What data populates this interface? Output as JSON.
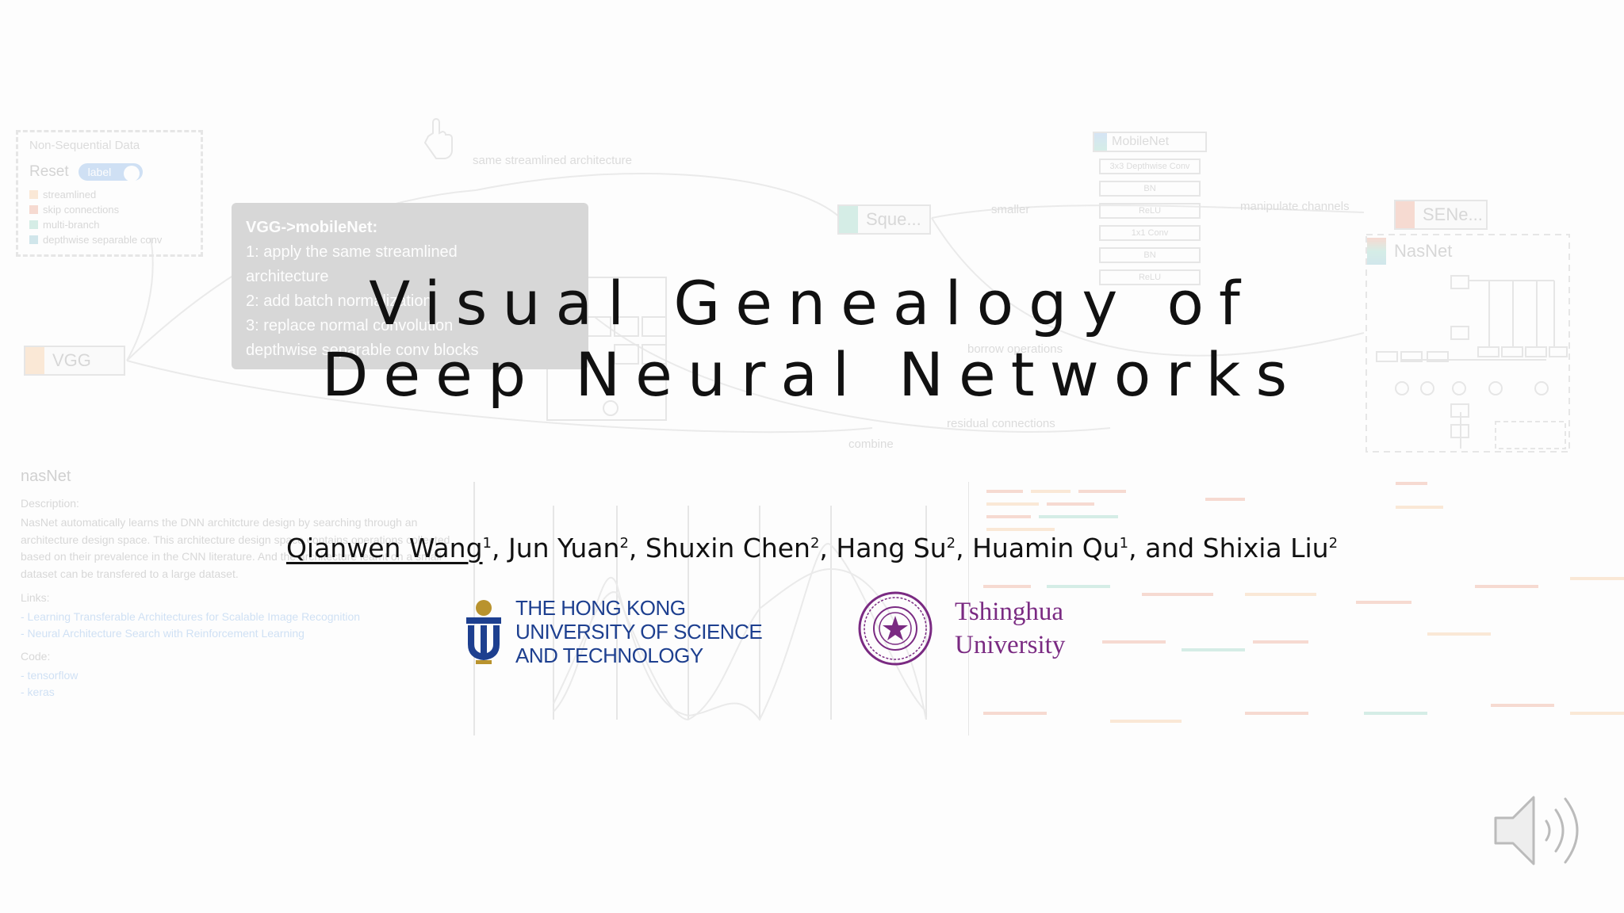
{
  "background": {
    "legend": {
      "select": "Non-Sequential Data",
      "reset": "Reset",
      "toggle": "label",
      "items": [
        {
          "label": "streamlined",
          "color": "#f0a050"
        },
        {
          "label": "skip connections",
          "color": "#e0603a"
        },
        {
          "label": "multi-branch",
          "color": "#4ab89a"
        },
        {
          "label": "depthwise separable conv",
          "color": "#3a9ab0"
        }
      ]
    },
    "nodes": {
      "vgg": "VGG",
      "squeeze": "Sque...",
      "senet": "SENe...",
      "nasnet": "NasNet",
      "mobilenet": "MobileNet"
    },
    "tooltip": {
      "title": "VGG->mobileNet:",
      "line1": "1: apply the same streamlined",
      "line2": "architecture",
      "line3": "2: add batch normalization",
      "line4": "3: replace normal convolution",
      "line5": "depthwise separable conv blocks"
    },
    "edges": {
      "same_streamlined": "same streamlined architecture",
      "smaller": "smaller",
      "manipulate_channels": "manipulate channels",
      "borrow_operations": "borrow operations",
      "residual_connections": "residual connections",
      "combine": "combine"
    },
    "mobilenet_blocks": [
      "3x3 Depthwise Conv",
      "BN",
      "ReLU",
      "1x1 Conv",
      "BN",
      "ReLU"
    ],
    "info": {
      "title": "nasNet",
      "description_label": "Description:",
      "description": "NasNet automatically learns the DNN architcture design by searching through an architecture design space. This architecture design space contains operations collected based on their prevalence in the CNN literature. And the architecture learnt on a small dataset can be transfered to a large dataset.",
      "links_label": "Links:",
      "links": [
        "- Learning Transferable Architectures for Scalable Image Recognition",
        "- Neural Architecture Search with Reinforcement Learning"
      ],
      "code_label": "Code:",
      "code": [
        "- tensorflow",
        "- keras"
      ]
    }
  },
  "title": {
    "line1": "Visual Genealogy of",
    "line2": "Deep Neural Networks"
  },
  "authors": [
    {
      "name": "Qianwen Wang",
      "affil": "1",
      "underlined": true
    },
    {
      "name": "Jun Yuan",
      "affil": "2"
    },
    {
      "name": "Shuxin Chen",
      "affil": "2"
    },
    {
      "name": "Hang Su",
      "affil": "2"
    },
    {
      "name": "Huamin Qu",
      "affil": "1"
    },
    {
      "name": "Shixia Liu",
      "affil": "2",
      "prefix": "and "
    }
  ],
  "logos": {
    "hkust": {
      "line1": "THE HONG KONG",
      "line2": "UNIVERSITY OF SCIENCE",
      "line3": "AND TECHNOLOGY",
      "color": "#1d3f8f",
      "gold": "#b9932e"
    },
    "tsinghua": {
      "line1": "Tshinghua",
      "line2": "University",
      "color": "#7a2a82"
    }
  },
  "speaker_icon": "speaker-volume-icon"
}
